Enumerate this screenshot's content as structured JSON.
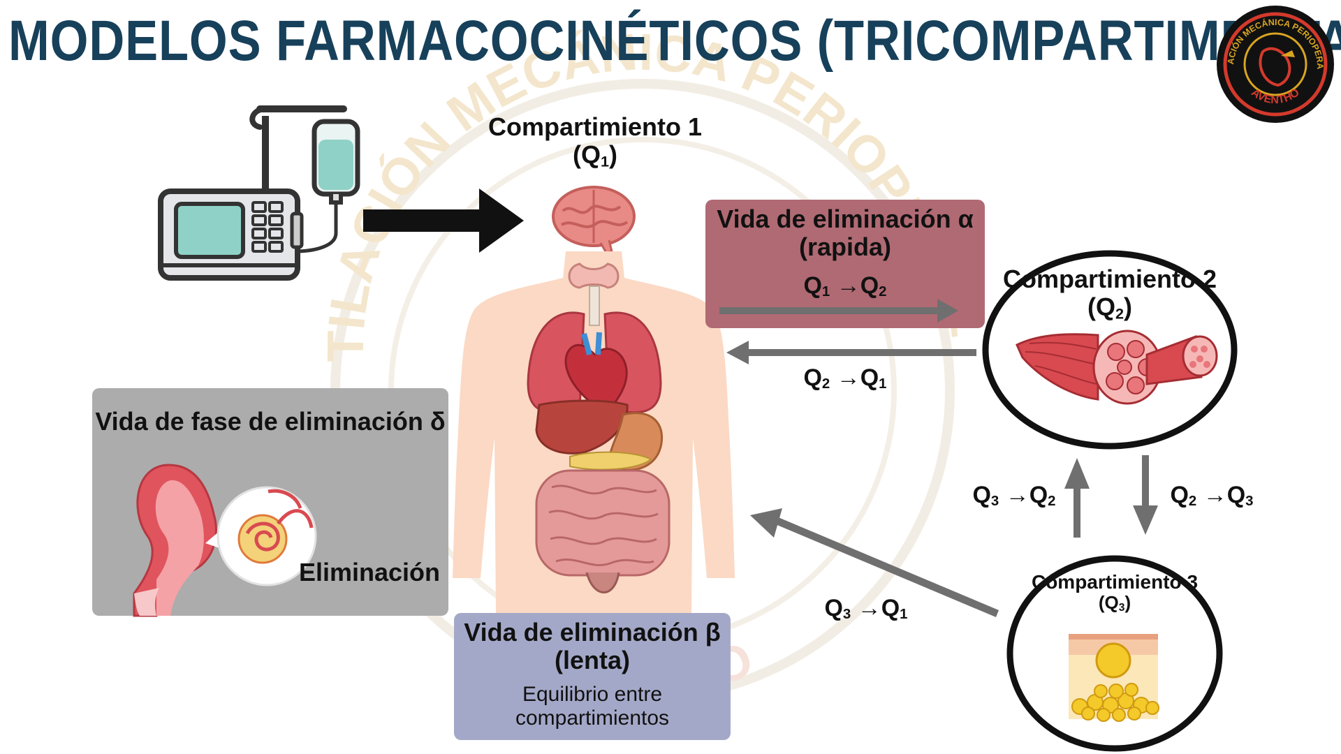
{
  "title": "MODELOS FARMACOCINÉTICOS (TRICOMPARTIMENTAL)",
  "colors": {
    "title": "#17405a",
    "alpha_box": "#b06a73",
    "beta_box": "#a4a8c8",
    "delta_box": "#acacac",
    "arrow_gray": "#6f6f6f",
    "black": "#111111",
    "logo_ring": "#d33a2c",
    "logo_gold": "#d9a521"
  },
  "logo": {
    "text_top": "VENTILACIÓN MECÁNICA PERIOPERATORIA",
    "text_bottom": "AVENTHO"
  },
  "watermark": {
    "text_top": "VENTILACIÓN MECÁNICA PERIOPERATORIA",
    "text_bottom": "AVENTHO"
  },
  "compartment1": {
    "name": "Compartimiento 1",
    "symbol": "(Q",
    "sub": "1",
    "close": ")"
  },
  "compartment2": {
    "name": "Compartimiento 2",
    "symbol": "(Q",
    "sub": "2",
    "close": ")"
  },
  "compartment3": {
    "name": "Compartimiento 3",
    "symbol": "(Q",
    "sub": "3",
    "close": ")"
  },
  "alpha": {
    "title_line1": "Vida de eliminación α",
    "title_line2": "(rapida)",
    "flow_q1": "Q",
    "flow_q1_sub": "1",
    "flow_arrow": " →",
    "flow_q2": "Q",
    "flow_q2_sub": "2"
  },
  "flow_2_1": {
    "a": "Q",
    "a_sub": "2",
    "arrow": " →",
    "b": "Q",
    "b_sub": "1"
  },
  "flow_3_2": {
    "a": "Q",
    "a_sub": "3",
    "arrow": " →",
    "b": "Q",
    "b_sub": "2"
  },
  "flow_2_3": {
    "a": "Q",
    "a_sub": "2",
    "arrow": " →",
    "b": "Q",
    "b_sub": "3"
  },
  "flow_3_1": {
    "a": "Q",
    "a_sub": "3",
    "arrow": " →",
    "b": "Q",
    "b_sub": "1"
  },
  "delta": {
    "title": "Vida de fase de eliminación δ",
    "elimination": "Eliminación"
  },
  "beta": {
    "title_line1": "Vida de eliminación β",
    "title_line2": "(lenta)",
    "desc_line1": "Equilibrio entre",
    "desc_line2": "compartimientos"
  },
  "icons": {
    "infusion": "infusion-pump-icon",
    "brain": "brain-icon",
    "body": "human-body-organs-icon",
    "muscle": "muscle-fiber-icon",
    "fat": "fat-tissue-icon",
    "kidney": "kidney-nephron-icon"
  }
}
